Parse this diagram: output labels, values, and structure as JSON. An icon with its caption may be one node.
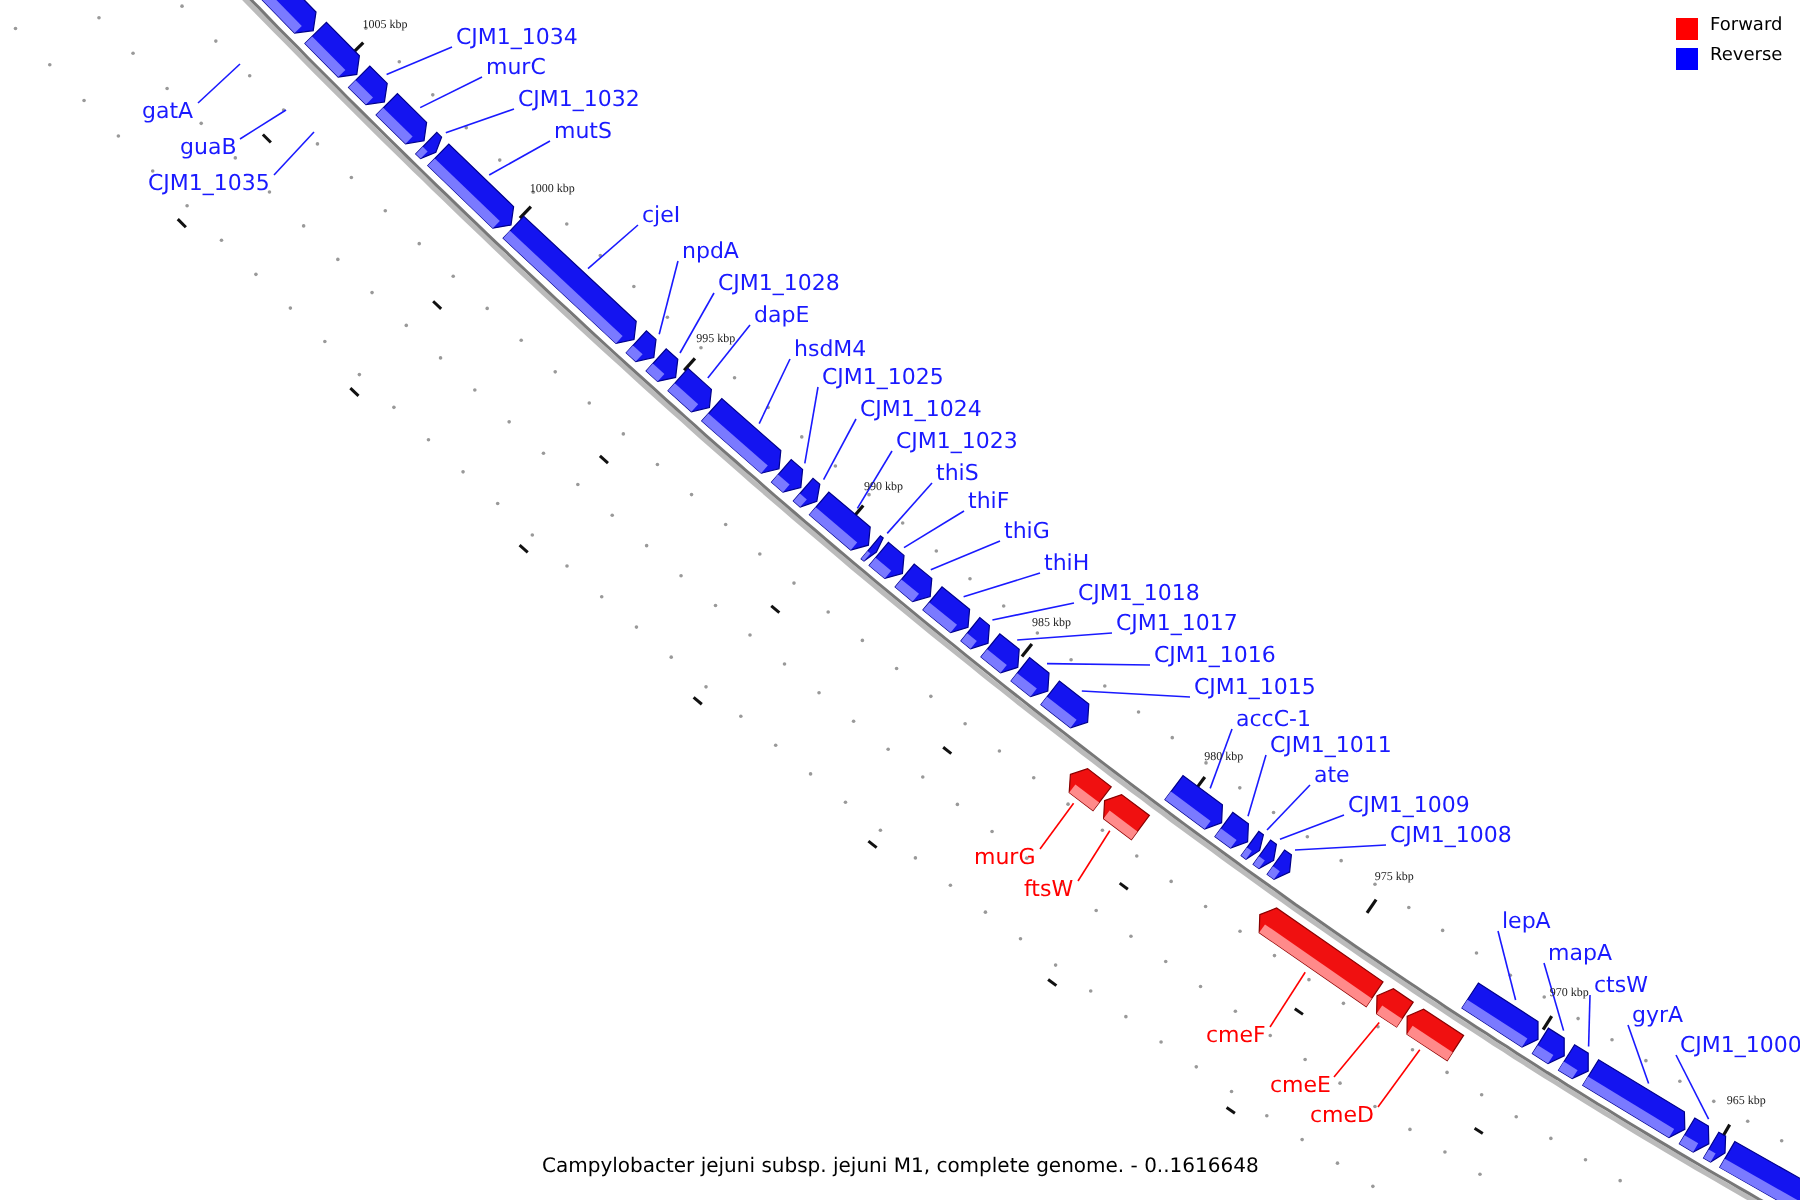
{
  "diagram": {
    "caption": "Campylobacter jejuni subsp. jejuni M1, complete genome. - 0..1616648",
    "nodes": [
      {
        "text": [
          "CJM1_1034"
        ]
      },
      {
        "text": [
          "murC"
        ]
      },
      {
        "text": [
          "CJM1_1032"
        ]
      },
      {
        "text": [
          "gatA"
        ]
      },
      {
        "text": [
          "mutS"
        ]
      },
      {
        "text": [
          "guaB"
        ]
      },
      {
        "text": [
          "CJM1_1035"
        ]
      },
      {
        "text": [
          "cjeI"
        ]
      },
      {
        "text": [
          "npdA"
        ]
      },
      {
        "text": [
          "CJM1_1028"
        ]
      },
      {
        "text": [
          "dapE"
        ]
      },
      {
        "text": [
          "hsdM4"
        ]
      },
      {
        "text": [
          "CJM1_1025"
        ]
      },
      {
        "text": [
          "CJM1_1024"
        ]
      },
      {
        "text": [
          "CJM1_1023"
        ]
      },
      {
        "text": [
          "thiS"
        ]
      },
      {
        "text": [
          "thiF"
        ]
      },
      {
        "text": [
          "thiG"
        ]
      },
      {
        "text": [
          "thiH"
        ]
      },
      {
        "text": [
          "CJM1_1018"
        ]
      },
      {
        "text": [
          "CJM1_1017"
        ]
      },
      {
        "text": [
          "CJM1_1016"
        ]
      },
      {
        "text": [
          "CJM1_1015"
        ]
      },
      {
        "text": [
          "accC-1"
        ]
      },
      {
        "text": [
          "CJM1_1011"
        ]
      },
      {
        "text": [
          "ate"
        ]
      },
      {
        "text": [
          "CJM1_1009"
        ]
      },
      {
        "text": [
          "CJM1_1008"
        ]
      },
      {
        "text": [
          "murG"
        ]
      },
      {
        "text": [
          "ftsW"
        ]
      },
      {
        "text": [
          "lepA"
        ]
      },
      {
        "text": [
          "mapA"
        ]
      },
      {
        "text": [
          "ctsW"
        ]
      },
      {
        "text": [
          "gyrA"
        ]
      },
      {
        "text": [
          "cmeF"
        ]
      },
      {
        "text": [
          "CJM1_1000"
        ]
      },
      {
        "text": [
          "cmeE"
        ]
      },
      {
        "text": [
          "cmeD"
        ]
      },
      {
        "text": [],
        "shape": "arrow"
      },
      {
        "text": [],
        "shape": "arrow"
      },
      {
        "text": [],
        "shape": "arrow"
      },
      {
        "text": [],
        "shape": "arrow"
      },
      {
        "text": [],
        "shape": "arrow"
      },
      {
        "text": [],
        "shape": "arrow"
      },
      {
        "text": [],
        "shape": "arrow"
      },
      {
        "text": [],
        "shape": "arrow"
      },
      {
        "text": [],
        "shape": "arrow"
      },
      {
        "text": [],
        "shape": "arrow"
      },
      {
        "text": [],
        "shape": "arrow"
      },
      {
        "text": [],
        "shape": "arrow"
      },
      {
        "text": [],
        "shape": "arrow"
      },
      {
        "text": [],
        "shape": "arrow"
      },
      {
        "text": [],
        "shape": "arrow"
      },
      {
        "text": [],
        "shape": "arrow"
      },
      {
        "text": [],
        "shape": "arrow"
      },
      {
        "text": [],
        "shape": "arrow"
      },
      {
        "text": [],
        "shape": "arrow"
      },
      {
        "text": [],
        "shape": "arrow"
      },
      {
        "text": [],
        "shape": "arrow"
      },
      {
        "text": [],
        "shape": "arrow"
      },
      {
        "text": [],
        "shape": "arrow"
      },
      {
        "text": [],
        "shape": "arrow"
      },
      {
        "text": [],
        "shape": "arrow"
      },
      {
        "text": [],
        "shape": "arrow"
      },
      {
        "text": [],
        "shape": "arrow"
      },
      {
        "text": [],
        "shape": "arrow"
      },
      {
        "text": [],
        "shape": "arrow"
      },
      {
        "text": [],
        "shape": "arrow"
      },
      {
        "text": [],
        "shape": "arrow"
      },
      {
        "text": [],
        "shape": "arrow"
      },
      {
        "text": [],
        "shape": "arrow"
      },
      {
        "text": [],
        "shape": "arrow"
      },
      {
        "text": [],
        "shape": "arrow"
      },
      {
        "text": [],
        "shape": "arrow"
      },
      {
        "text": [],
        "shape": "arrow"
      },
      {
        "text": [],
        "shape": "arrow"
      },
      {
        "text": [],
        "shape": "arrow"
      }
    ],
    "edges": [
      {
        "from": 0,
        "to": 40,
        "arrow": "none"
      },
      {
        "from": 1,
        "to": 41,
        "arrow": "none"
      },
      {
        "from": 2,
        "to": 42,
        "arrow": "none"
      },
      {
        "from": 3,
        "to": null,
        "arrow": "none"
      },
      {
        "from": 4,
        "to": 43,
        "arrow": "none"
      },
      {
        "from": 5,
        "to": null,
        "arrow": "none"
      },
      {
        "from": 6,
        "to": null,
        "arrow": "none"
      },
      {
        "from": 7,
        "to": 44,
        "arrow": "none"
      },
      {
        "from": 8,
        "to": 45,
        "arrow": "none"
      },
      {
        "from": 9,
        "to": 46,
        "arrow": "none"
      },
      {
        "from": 10,
        "to": 47,
        "arrow": "none"
      },
      {
        "from": 11,
        "to": 48,
        "arrow": "none"
      },
      {
        "from": 12,
        "to": 49,
        "arrow": "none"
      },
      {
        "from": 13,
        "to": 50,
        "arrow": "none"
      },
      {
        "from": 14,
        "to": 51,
        "arrow": "none"
      },
      {
        "from": 15,
        "to": 52,
        "arrow": "none"
      },
      {
        "from": 16,
        "to": 53,
        "arrow": "none"
      },
      {
        "from": 17,
        "to": 54,
        "arrow": "none"
      },
      {
        "from": 18,
        "to": 55,
        "arrow": "none"
      },
      {
        "from": 19,
        "to": 56,
        "arrow": "none"
      },
      {
        "from": 20,
        "to": 57,
        "arrow": "none"
      },
      {
        "from": 21,
        "to": 58,
        "arrow": "none"
      },
      {
        "from": 22,
        "to": 59,
        "arrow": "none"
      },
      {
        "from": 23,
        "to": 62,
        "arrow": "none"
      },
      {
        "from": 24,
        "to": 63,
        "arrow": "none"
      },
      {
        "from": 25,
        "to": 64,
        "arrow": "none"
      },
      {
        "from": 26,
        "to": 65,
        "arrow": "none"
      },
      {
        "from": 27,
        "to": 66,
        "arrow": "none"
      },
      {
        "from": 28,
        "to": 60,
        "arrow": "none",
        "color": "#ff0000"
      },
      {
        "from": 29,
        "to": 61,
        "arrow": "none",
        "color": "#ff0000"
      },
      {
        "from": 30,
        "to": 70,
        "arrow": "none"
      },
      {
        "from": 31,
        "to": 71,
        "arrow": "none"
      },
      {
        "from": 32,
        "to": 72,
        "arrow": "none"
      },
      {
        "from": 33,
        "to": 73,
        "arrow": "none"
      },
      {
        "from": 34,
        "to": 67,
        "arrow": "none",
        "color": "#ff0000"
      },
      {
        "from": 35,
        "to": 74,
        "arrow": "none"
      },
      {
        "from": 36,
        "to": 68,
        "arrow": "none",
        "color": "#ff0000"
      },
      {
        "from": 37,
        "to": 69,
        "arrow": "none",
        "color": "#ff0000"
      }
    ],
    "labels": [
      "1005 kbp",
      "1000 kbp",
      "995 kbp",
      "990 kbp",
      "985 kbp",
      "980 kbp",
      "975 kbp",
      "970 kbp",
      "965 kbp"
    ],
    "legend": [
      {
        "text": "Forward",
        "color": "#ff0000"
      },
      {
        "text": "Reverse",
        "color": "#0000ff"
      }
    ]
  }
}
